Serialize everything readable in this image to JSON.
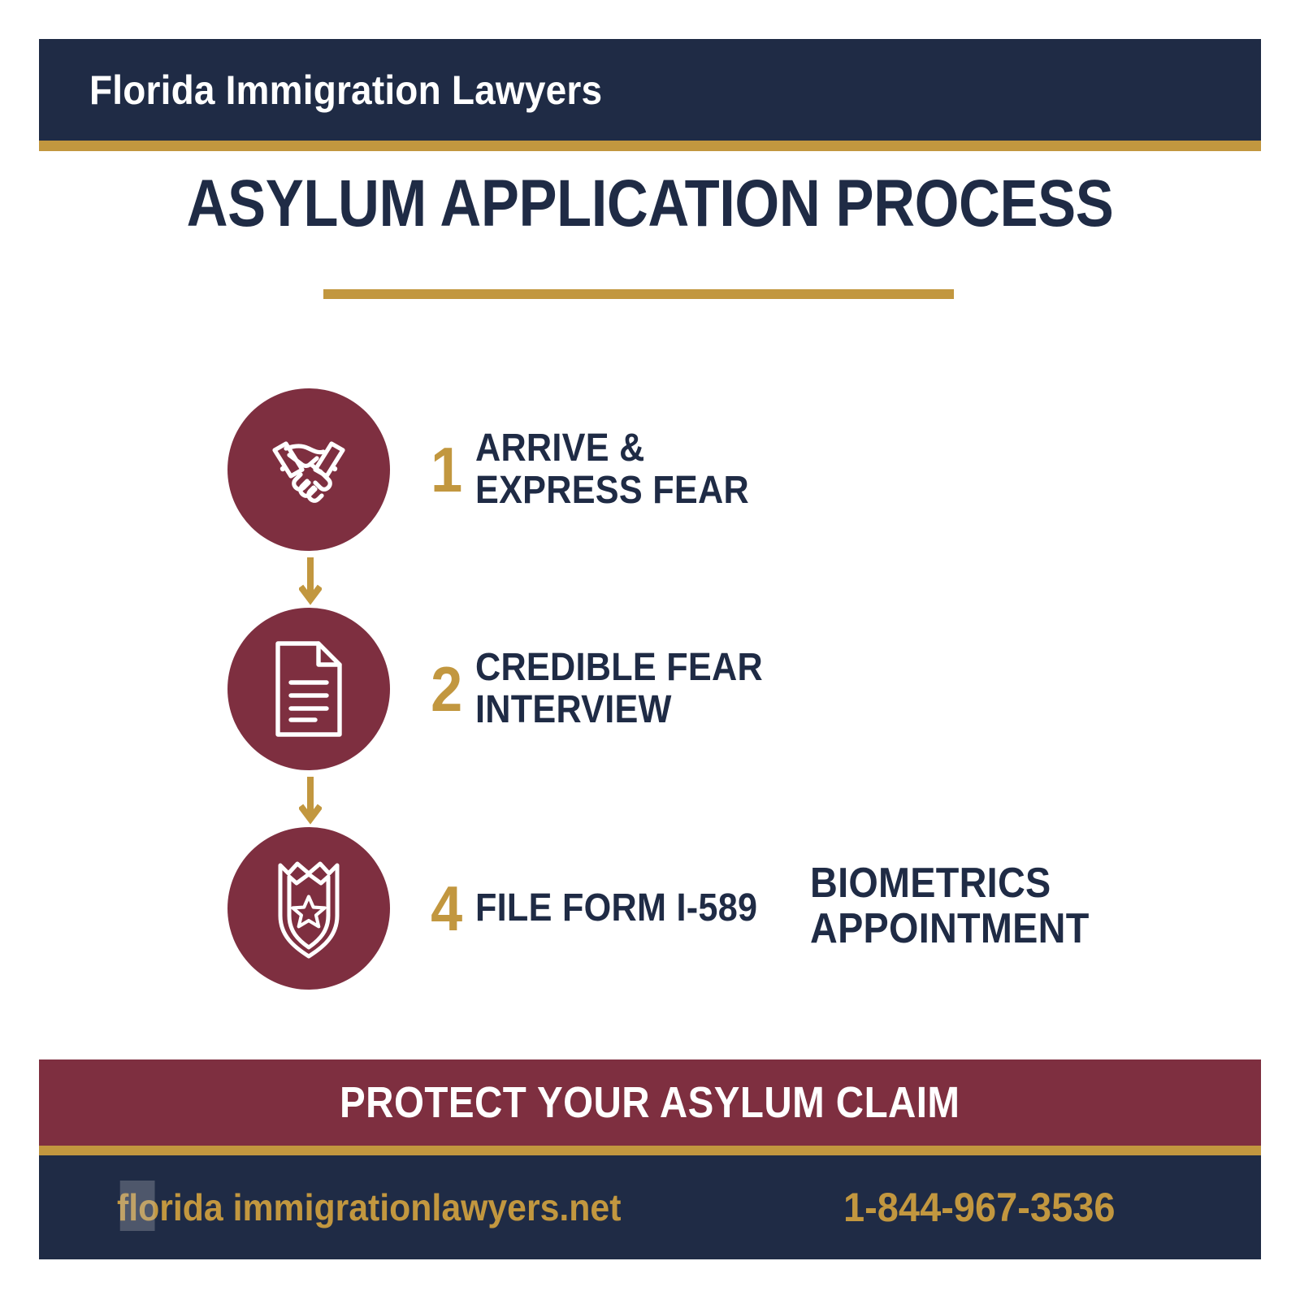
{
  "brand": {
    "name": "Florida Immigration Lawyers"
  },
  "title": {
    "text": "ASYLUM APPLICATION PROCESS"
  },
  "steps": [
    {
      "number": "1",
      "icon": "handshake-icon",
      "line1": "ARRIVE &",
      "line2": "EXPRESS FEAR",
      "extra_line1": "",
      "extra_line2": ""
    },
    {
      "number": "2",
      "icon": "document-icon",
      "line1": "CREDIBLE FEAR",
      "line2": "INTERVIEW",
      "extra_line1": "",
      "extra_line2": ""
    },
    {
      "number": "4",
      "icon": "badge-shield-icon",
      "line1": "FILE FORM I-589",
      "line2": "",
      "extra_line1": "BIOMETRICS",
      "extra_line2": "APPOINTMENT"
    }
  ],
  "cta": {
    "text": "PROTECT YOUR ASYLUM CLAIM"
  },
  "footer": {
    "website_part1": "florida im",
    "website_part2": "migrationlawyers.net",
    "phone": "1-844-967-3536"
  },
  "colors": {
    "navy": "#1f2b45",
    "maroon": "#7e2f40",
    "gold": "#c2973f",
    "white": "#ffffff",
    "page_background": "#ffffff"
  }
}
